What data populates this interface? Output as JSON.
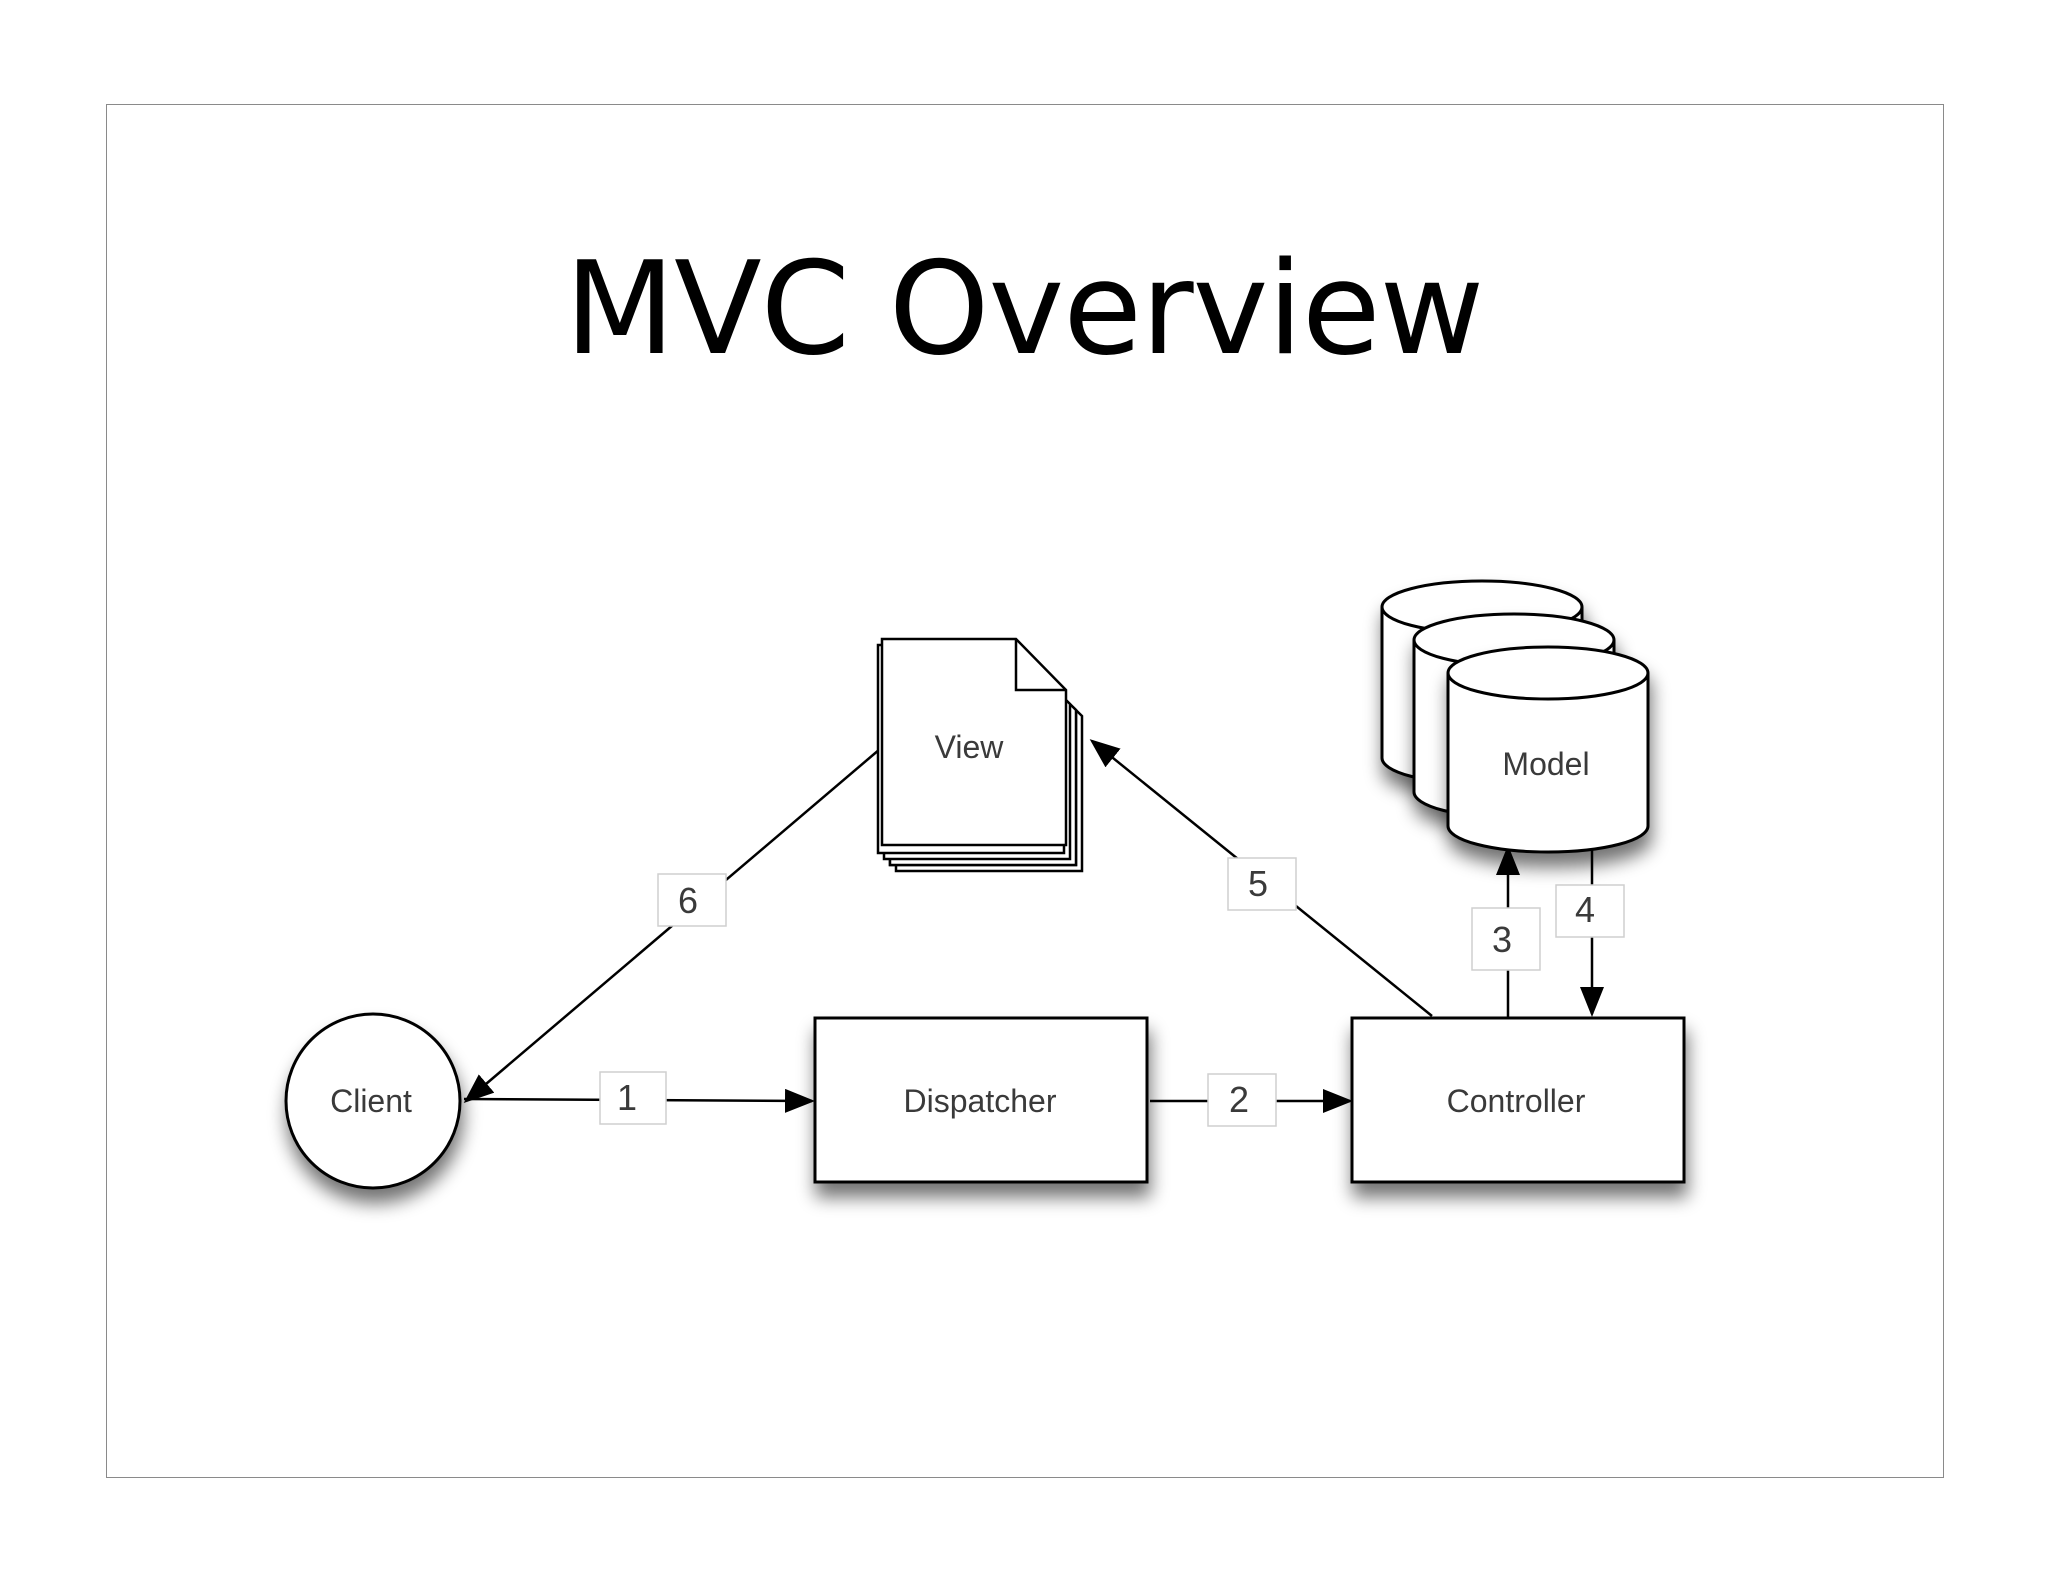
{
  "slide": {
    "title": "MVC Overview"
  },
  "diagram": {
    "nodes": {
      "client": "Client",
      "dispatcher": "Dispatcher",
      "controller": "Controller",
      "view": "View",
      "model": "Model"
    },
    "edges": [
      {
        "label": "1",
        "from": "client",
        "to": "dispatcher"
      },
      {
        "label": "2",
        "from": "dispatcher",
        "to": "controller"
      },
      {
        "label": "3",
        "from": "controller",
        "to": "model"
      },
      {
        "label": "4",
        "from": "model",
        "to": "controller"
      },
      {
        "label": "5",
        "from": "controller",
        "to": "view"
      },
      {
        "label": "6",
        "from": "view",
        "to": "client"
      }
    ]
  }
}
